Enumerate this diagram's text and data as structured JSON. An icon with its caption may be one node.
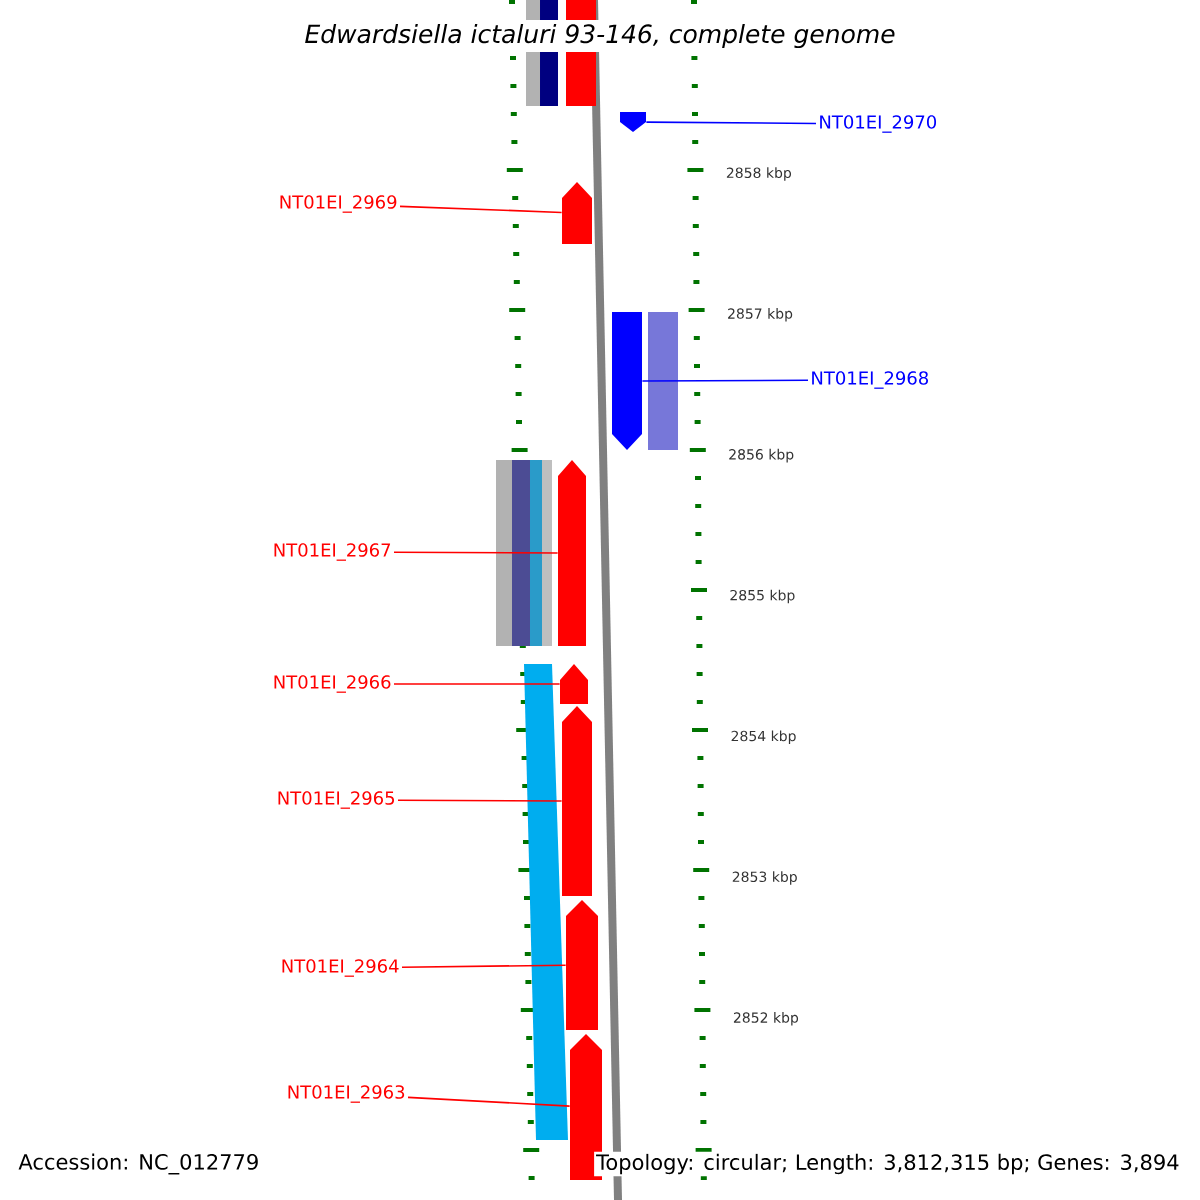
{
  "diagram": {
    "title": "Edwardsiella ictaluri 93-146, complete genome",
    "nodes": [
      {
        "text": [
          "NT01EI_2970"
        ]
      },
      {
        "text": [],
        "shape": "arrow"
      },
      {
        "text": [
          "NT01EI_2969"
        ]
      },
      {
        "text": [],
        "shape": "arrow"
      },
      {
        "text": [
          "NT01EI_2968"
        ]
      },
      {
        "text": [],
        "shape": "arrow"
      },
      {
        "text": [
          "NT01EI_2967"
        ]
      },
      {
        "text": [],
        "shape": "arrow"
      },
      {
        "text": [
          "NT01EI_2966"
        ]
      },
      {
        "text": [],
        "shape": "arrow"
      },
      {
        "text": [
          "NT01EI_2965"
        ]
      },
      {
        "text": [],
        "shape": "arrow"
      },
      {
        "text": [
          "NT01EI_2964"
        ]
      },
      {
        "text": [],
        "shape": "arrow"
      },
      {
        "text": [
          "NT01EI_2963"
        ]
      },
      {
        "text": [],
        "shape": "arrow"
      }
    ],
    "edges": [
      {
        "from": 0,
        "to": 1,
        "arrow": "none",
        "color": "#0000ff"
      },
      {
        "from": 2,
        "to": 3,
        "arrow": "none"
      },
      {
        "from": 4,
        "to": 5,
        "arrow": "none",
        "color": "#0000ff"
      },
      {
        "from": 6,
        "to": 7,
        "arrow": "none"
      },
      {
        "from": 8,
        "to": 9,
        "arrow": "none"
      },
      {
        "from": 10,
        "to": 11,
        "arrow": "none"
      },
      {
        "from": 12,
        "to": 13,
        "arrow": "none"
      },
      {
        "from": 14,
        "to": 15,
        "arrow": "none"
      }
    ],
    "labels": [
      "2858 kbp",
      "2857 kbp",
      "2856 kbp",
      "2855 kbp",
      "2854 kbp",
      "2853 kbp",
      "2852 kbp",
      "Accession: NC_012779",
      "Topology: circular; Length: 3,812,315 bp; Genes: 3,894"
    ]
  }
}
